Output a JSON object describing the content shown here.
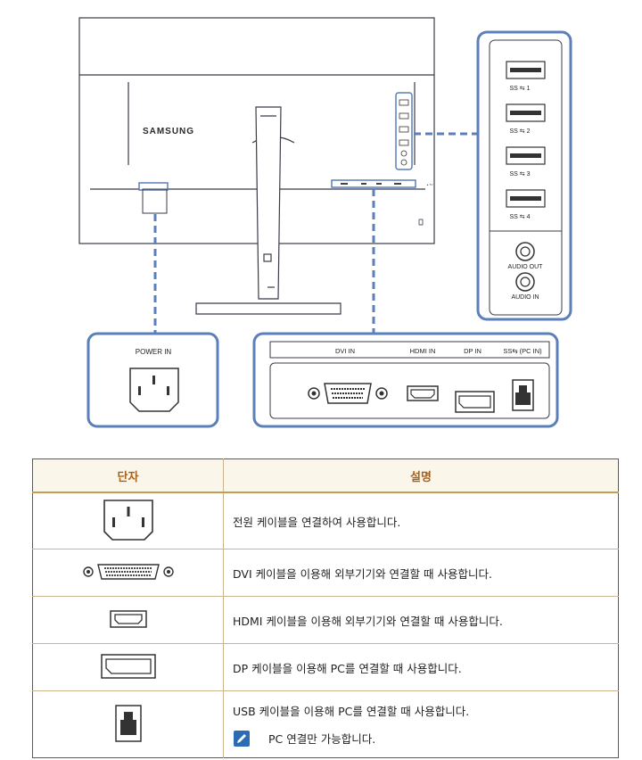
{
  "monitor": {
    "brand": "SAMSUNG",
    "port_panel_labels": [
      "DVI IN",
      "HDMI IN",
      "DP IN",
      "PC IN"
    ]
  },
  "side_panel": {
    "usb_ports": [
      "SS ⇆ 1",
      "SS ⇆ 2",
      "SS ⇆ 3",
      "SS ⇆ 4"
    ],
    "audio_out": "AUDIO OUT",
    "audio_in": "AUDIO IN"
  },
  "callouts": {
    "power": {
      "label": "POWER IN"
    },
    "ports": {
      "dvi": "DVI IN",
      "hdmi": "HDMI IN",
      "dp": "DP IN",
      "usb": "SS⇆ (PC IN)"
    }
  },
  "table": {
    "header": {
      "port": "단자",
      "description": "설명"
    },
    "rows": [
      {
        "icon": "power-connector-icon",
        "text": "전원 케이블을 연결하여 사용합니다."
      },
      {
        "icon": "dvi-connector-icon",
        "text": "DVI 케이블을 이용해 외부기기와 연결할 때 사용합니다."
      },
      {
        "icon": "hdmi-connector-icon",
        "text": "HDMI 케이블을 이용해 외부기기와 연결할 때 사용합니다."
      },
      {
        "icon": "dp-connector-icon",
        "text": "DP 케이블을 이용해 PC를 연결할 때 사용합니다."
      },
      {
        "icon": "usb-b-connector-icon",
        "text": "USB 케이블을 이용해 PC를 연결할 때 사용합니다.",
        "note": "PC 연결만 가능합니다."
      }
    ]
  },
  "colors": {
    "callout_border": "#5b7fb8",
    "table_header_text": "#a8601a",
    "table_border": "#c9b48e"
  }
}
